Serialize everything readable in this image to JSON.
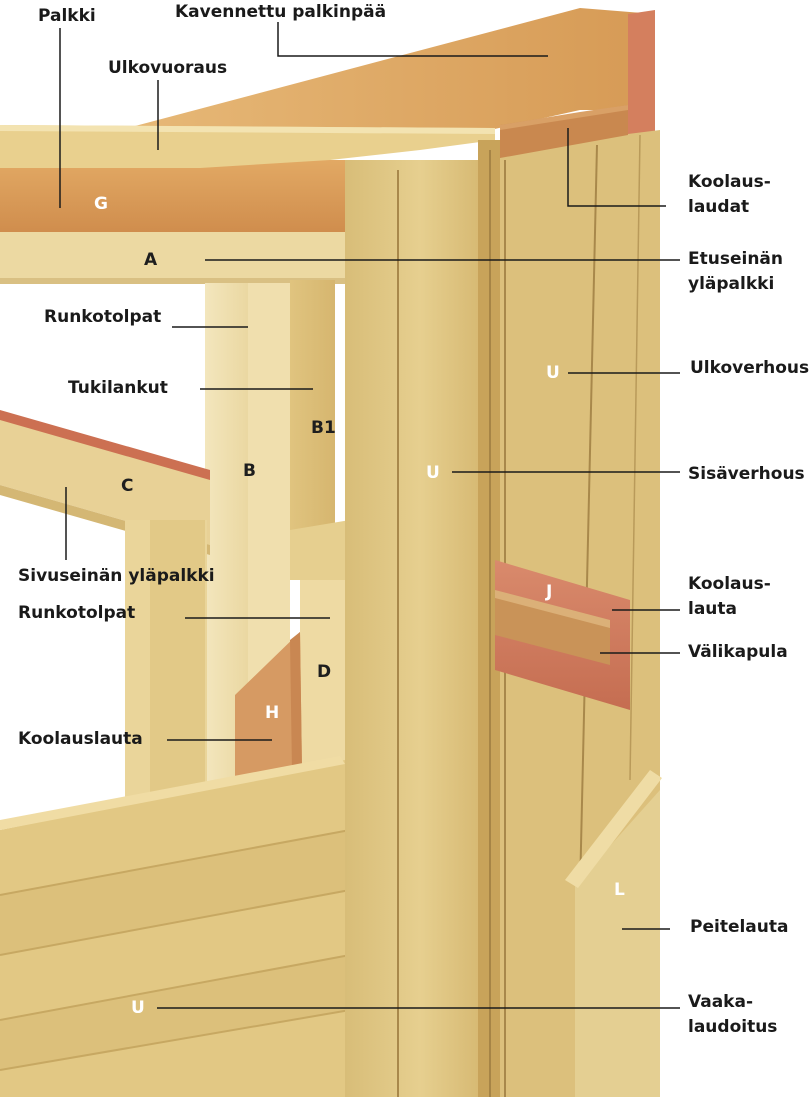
{
  "labels": {
    "palkki": "Palkki",
    "kavennettu": "Kavennettu palkinpää",
    "ulkovuoraus": "Ulkovuoraus",
    "koolauslaudat_1": "Koolaus-",
    "koolauslaudat_2": "laudat",
    "etuseinan_1": "Etuseinän",
    "etuseinan_2": "yläpalkki",
    "runkotolpat_top": "Runkotolpat",
    "ulkoverhous": "Ulkoverhous",
    "tukilankut": "Tukilankut",
    "sisaverhous": "Sisäverhous",
    "sivuseinan": "Sivuseinän yläpalkki",
    "koolauslauta_right_1": "Koolaus-",
    "koolauslauta_right_2": "lauta",
    "runkotolpat_mid": "Runkotolpat",
    "valikapula": "Välikapula",
    "koolauslauta_left": "Koolauslauta",
    "peitelauta": "Peitelauta",
    "vaakalaudoitus_1": "Vaaka-",
    "vaakalaudoitus_2": "laudoitus"
  },
  "codes": {
    "G": "G",
    "A": "A",
    "B1": "B1",
    "B": "B",
    "C": "C",
    "U_right": "U",
    "U_center": "U",
    "J": "J",
    "D": "D",
    "H": "H",
    "L": "L",
    "U_bottom": "U"
  },
  "colors": {
    "pine_light": "#e8d08c",
    "pine_mid": "#d9bd75",
    "pine_dark": "#c9a760",
    "beam_orange": "#d99a55",
    "red_board": "#cf7d60",
    "leader_line": "#1a1a1a"
  }
}
